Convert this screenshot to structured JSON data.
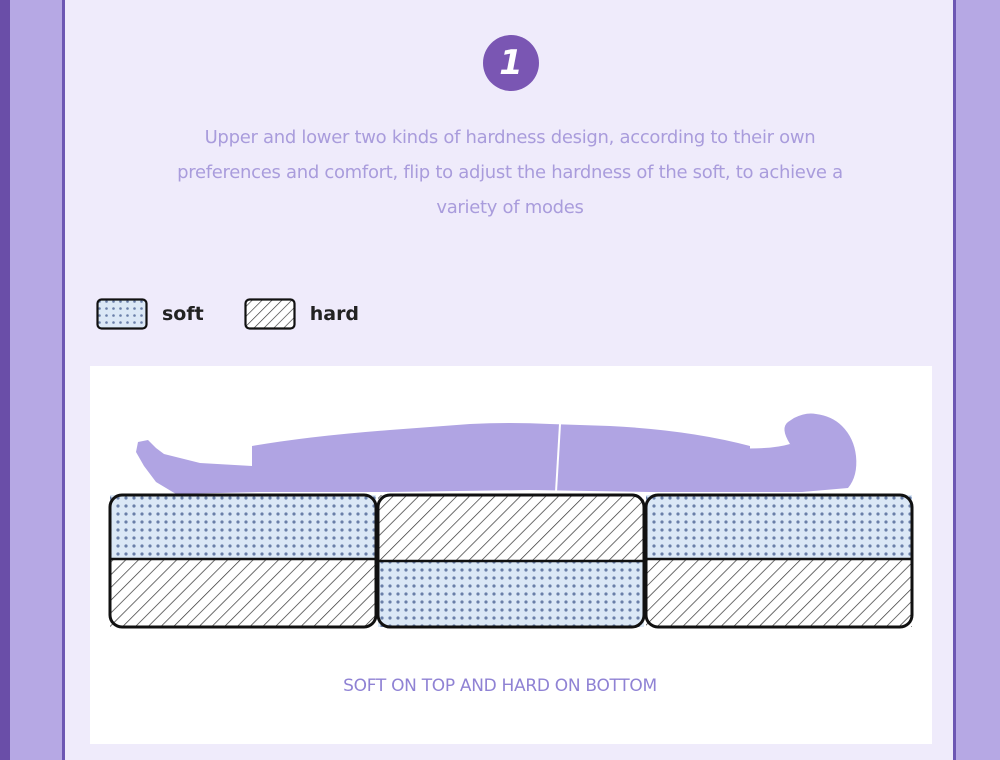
{
  "step": {
    "number": "1"
  },
  "description": {
    "line1": "Upper and lower two kinds of hardness design, according to their own",
    "line2": "preferences and comfort, flip to adjust the hardness of the soft, to achieve a",
    "line3": "variety of modes"
  },
  "legend": {
    "soft_label": "soft",
    "hard_label": "hard"
  },
  "diagram": {
    "caption": "SOFT ON TOP AND HARD ON BOTTOM",
    "segments": [
      {
        "top": "soft",
        "bottom": "hard"
      },
      {
        "top": "hard",
        "bottom": "soft"
      },
      {
        "top": "soft",
        "bottom": "hard"
      }
    ]
  },
  "colors": {
    "background": "#b6a8e4",
    "panel": "#efebfb",
    "accent": "#7a56b3",
    "body_silhouette": "#b0a4e3",
    "soft_fill": "#dbe8f6",
    "soft_dot": "#6a7fa8",
    "text": "#a99cdc"
  }
}
